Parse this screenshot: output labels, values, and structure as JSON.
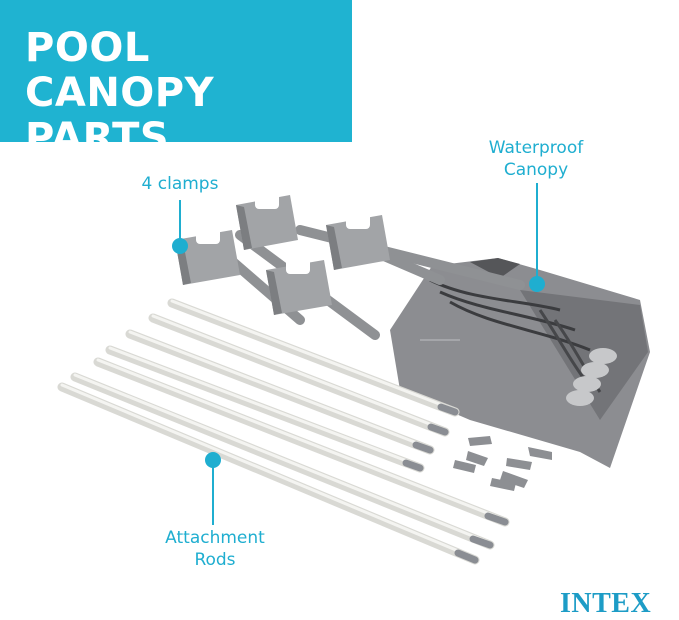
{
  "title": {
    "line1": "POOL CANOPY",
    "line2": "PARTS"
  },
  "labels": {
    "clamps": "4 clamps",
    "canopy_line1": "Waterproof",
    "canopy_line2": "Canopy",
    "rods_line1": "Attachment",
    "rods_line2": "Rods"
  },
  "brand": "INTEX",
  "colors": {
    "banner": "#1fb3d1",
    "callout": "#1faed0",
    "brand": "#1d9cc6",
    "clamp": "#9ea0a3",
    "canopy": "#8c8d91",
    "rod": "#e6e6e2"
  }
}
